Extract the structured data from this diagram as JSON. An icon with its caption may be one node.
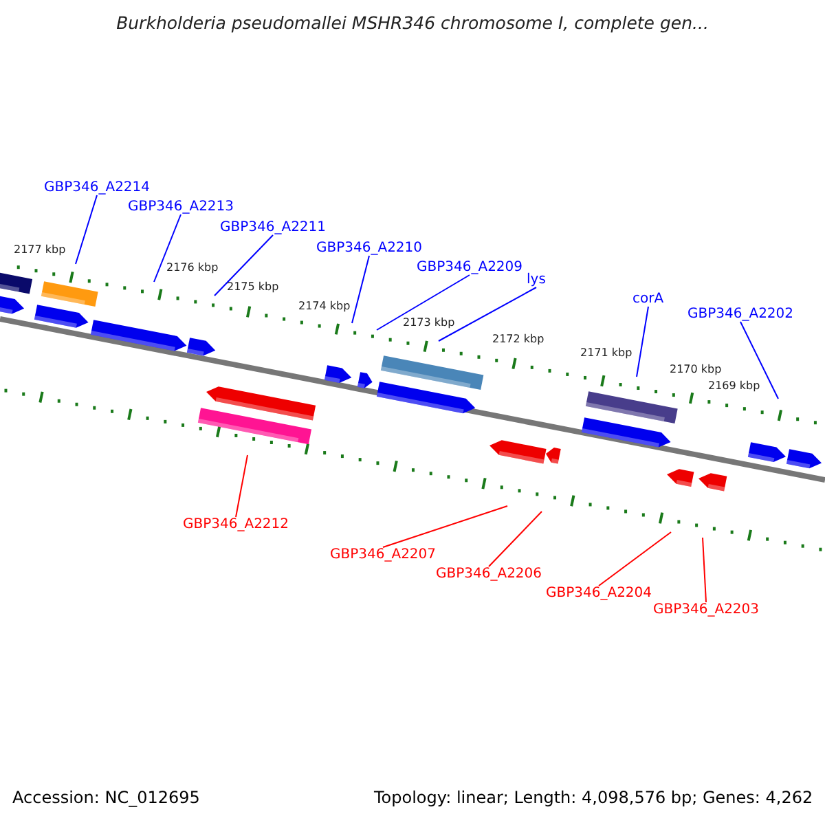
{
  "diagram": {
    "title": "Burkholderia pseudomallei MSHR346 chromosome I, complete gen...",
    "nodes": [
      {
        "text": [
          "GBP346_A2214"
        ]
      },
      {
        "text": [
          "GBP346_A2213"
        ]
      },
      {
        "text": [
          "GBP346_A2211"
        ]
      },
      {
        "text": [
          "GBP346_A2210"
        ]
      },
      {
        "text": [
          "GBP346_A2209"
        ]
      },
      {
        "text": [
          "lys"
        ]
      },
      {
        "text": [
          "corA"
        ]
      },
      {
        "text": [
          "GBP346_A2202"
        ]
      },
      {
        "text": [
          "GBP346_A2212"
        ]
      },
      {
        "text": [
          "GBP346_A2207"
        ]
      },
      {
        "text": [
          "GBP346_A2206"
        ]
      },
      {
        "text": [
          "GBP346_A2204"
        ]
      },
      {
        "text": [
          "GBP346_A2203"
        ]
      }
    ],
    "edges": [
      {
        "from": 0,
        "to": null,
        "arrow": "none"
      },
      {
        "from": 1,
        "to": null,
        "arrow": "none"
      },
      {
        "from": 2,
        "to": null,
        "arrow": "none"
      },
      {
        "from": 3,
        "to": null,
        "arrow": "none"
      },
      {
        "from": 4,
        "to": null,
        "arrow": "none"
      },
      {
        "from": 5,
        "to": null,
        "arrow": "none"
      },
      {
        "from": 6,
        "to": null,
        "arrow": "none"
      },
      {
        "from": 7,
        "to": null,
        "arrow": "none"
      },
      {
        "from": 8,
        "to": null,
        "arrow": "none",
        "color": "#ff0000"
      },
      {
        "from": 9,
        "to": null,
        "arrow": "none",
        "color": "#ff0000"
      },
      {
        "from": 10,
        "to": null,
        "arrow": "none",
        "color": "#ff0000"
      },
      {
        "from": 11,
        "to": null,
        "arrow": "none",
        "color": "#ff0000"
      },
      {
        "from": 12,
        "to": null,
        "arrow": "none",
        "color": "#ff0000"
      }
    ],
    "labels": [
      "2177 kbp",
      "2176 kbp",
      "2175 kbp",
      "2174 kbp",
      "2173 kbp",
      "2172 kbp",
      "2171 kbp",
      "2170 kbp",
      "2169 kbp",
      "Accession: NC_012695",
      "Topology: linear; Length: 4,098,576 bp; Genes: 4,262"
    ]
  }
}
